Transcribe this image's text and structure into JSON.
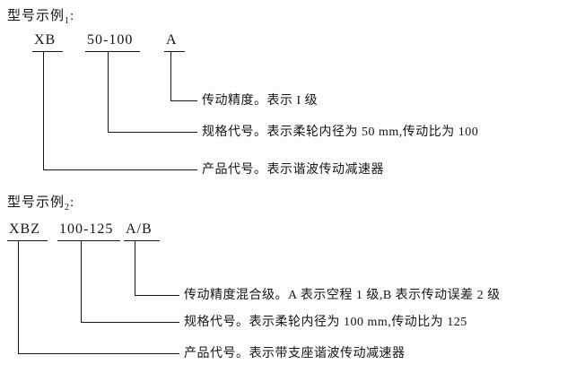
{
  "examples": [
    {
      "title": "型号示例",
      "title_sub": "1",
      "title_colon": ":",
      "code_parts": [
        "XB",
        "50-100",
        "A"
      ],
      "labels": [
        "传动精度。表示 I 级",
        "规格代号。表示柔轮内径为 50 mm,传动比为 100",
        "产品代号。表示谐波传动减速器"
      ]
    },
    {
      "title": "型号示例",
      "title_sub": "2",
      "title_colon": ":",
      "code_parts": [
        "XBZ",
        "100-125",
        "A/B"
      ],
      "labels": [
        "传动精度混合级。A 表示空程 1 级,B 表示传动误差 2 级",
        "规格代号。表示柔轮内径为 100 mm,传动比为 125",
        "产品代号。表示带支座谐波传动减速器"
      ]
    }
  ]
}
